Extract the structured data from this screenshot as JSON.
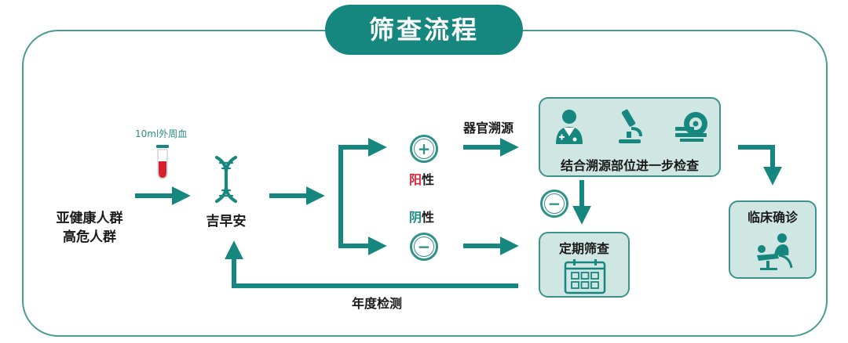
{
  "title": "筛查流程",
  "sample_label": "10ml外周血",
  "population": [
    "亚健康人群",
    "高危人群"
  ],
  "test_name": "吉早安",
  "positive": {
    "char1": "阳",
    "char2": "性",
    "symbol": "+"
  },
  "negative": {
    "char1": "阴",
    "char2": "性",
    "symbol": "−"
  },
  "organ_trace": "器官溯源",
  "further_exam": "结合溯源部位进一步检查",
  "regular_screen": "定期筛查",
  "annual_test": "年度检测",
  "clinical_confirm": "临床确诊",
  "further_neg_symbol": "−",
  "colors": {
    "teal": "#16877f",
    "positive_red": "#d8283a",
    "box_fill": "#cfe6e3"
  },
  "icons": [
    "test-tube-icon",
    "dna-icon",
    "doctor-icon",
    "microscope-icon",
    "ct-scanner-icon",
    "calendar-icon",
    "patient-treatment-icon"
  ]
}
